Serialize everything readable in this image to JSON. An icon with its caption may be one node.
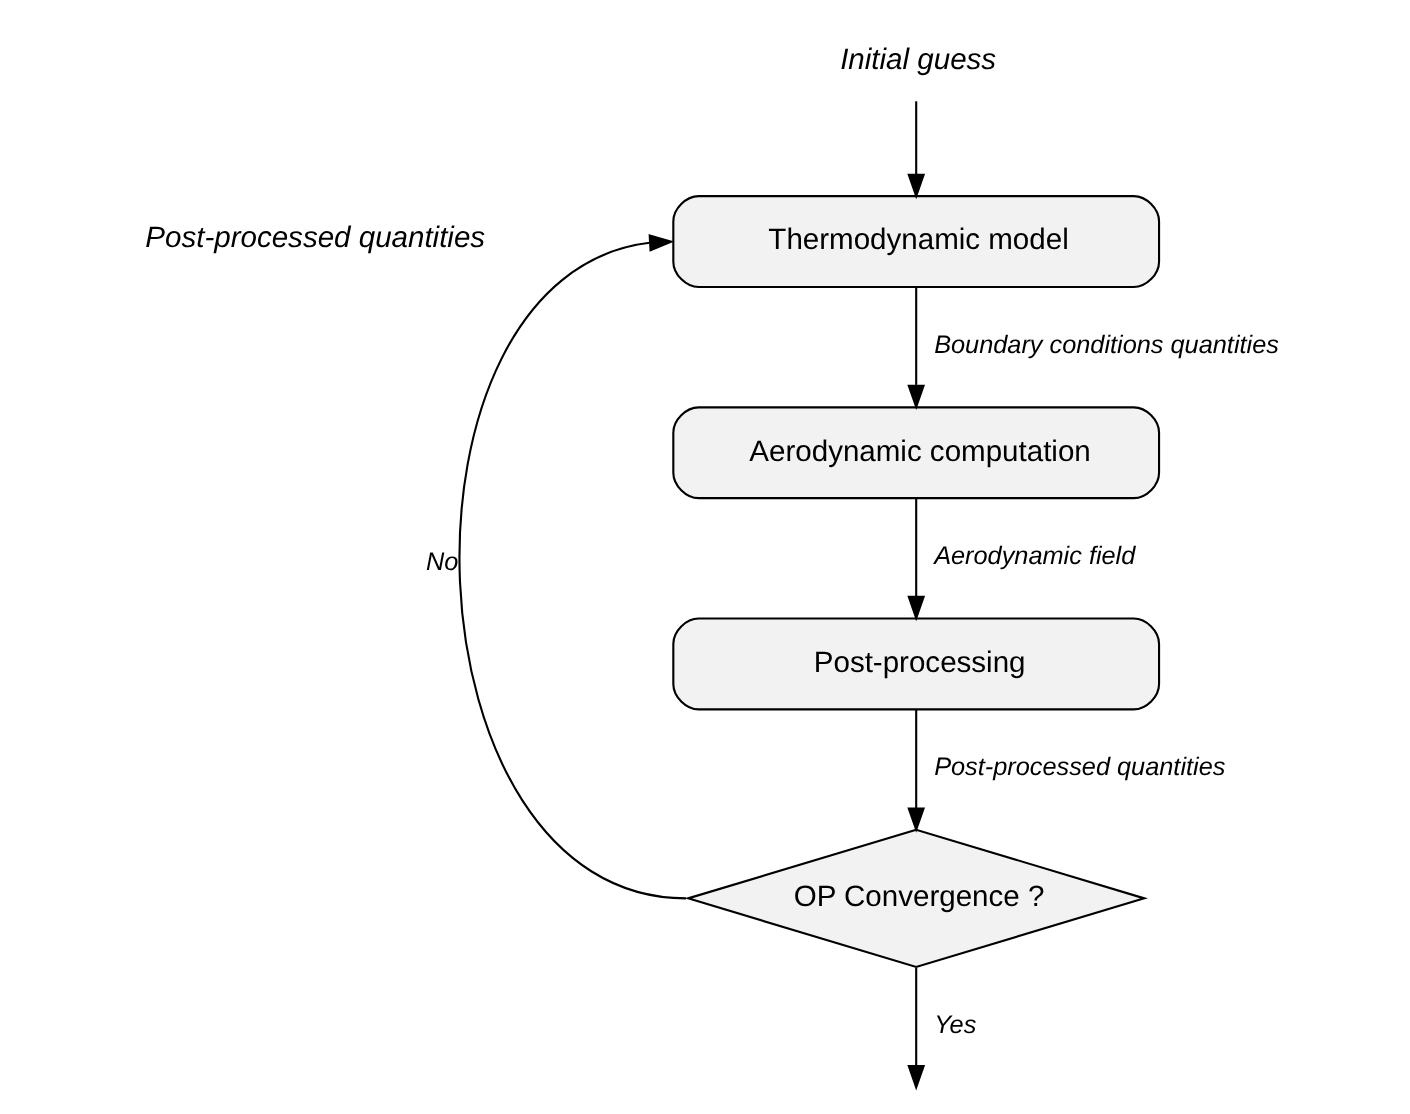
{
  "diagram": {
    "nodes": [
      {
        "text": [
          "Initial guess"
        ]
      },
      {
        "text": [
          "Thermodynamic model"
        ]
      },
      {
        "text": [
          "Aerodynamic computation"
        ]
      },
      {
        "text": [
          "Post-processing"
        ]
      },
      {
        "text": [
          "OP Convergence ?"
        ]
      }
    ],
    "edges": [
      {
        "from": 0,
        "to": 1,
        "arrow": "to"
      },
      {
        "from": 1,
        "to": 2,
        "arrow": "to",
        "label": "Boundary conditions quantities"
      },
      {
        "from": 2,
        "to": 3,
        "arrow": "to",
        "label": "Aerodynamic field"
      },
      {
        "from": 3,
        "to": 4,
        "arrow": "to",
        "label": "Post-processed quantities"
      },
      {
        "from": 4,
        "to": 1,
        "arrow": "to",
        "label": "No"
      },
      {
        "from": 4,
        "to": null,
        "arrow": "to",
        "label": "Yes"
      }
    ],
    "labels": [
      "Post-processed quantities"
    ]
  }
}
